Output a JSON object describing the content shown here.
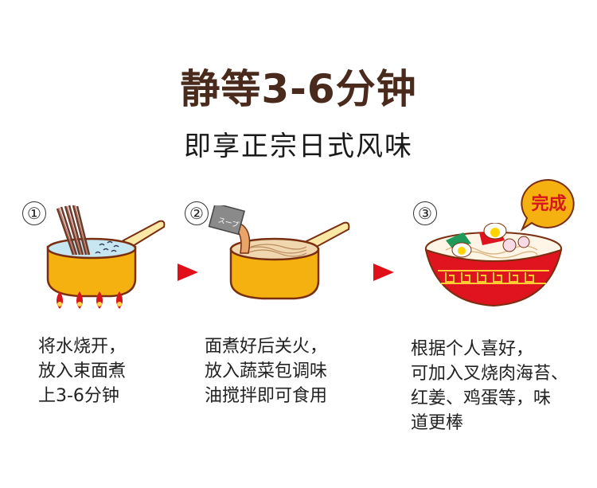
{
  "header": {
    "title": "静等3-6分钟",
    "subtitle": "即享正宗日式风味"
  },
  "colors": {
    "title_brown": "#4a2a1c",
    "pot_orange": "#f5b10f",
    "outline": "#7a2e10",
    "arrow_red": "#e0101a",
    "bowl_red": "#e0141e",
    "flame_red": "#d8141c"
  },
  "steps": [
    {
      "number": "①",
      "icon": "pot-boiling-noodles-icon",
      "description": "将水烧开，\n放入束面煮\n上3-6分钟"
    },
    {
      "number": "②",
      "icon": "pot-add-soup-packet-icon",
      "packet_label": "スープ",
      "description": "面煮好后关火，\n放入蔬菜包调味\n油搅拌即可食用"
    },
    {
      "number": "③",
      "icon": "ramen-bowl-icon",
      "badge": "完成",
      "description": "根据个人喜好，\n可加入叉烧肉海苔、\n红姜、鸡蛋等，味\n道更棒"
    }
  ]
}
